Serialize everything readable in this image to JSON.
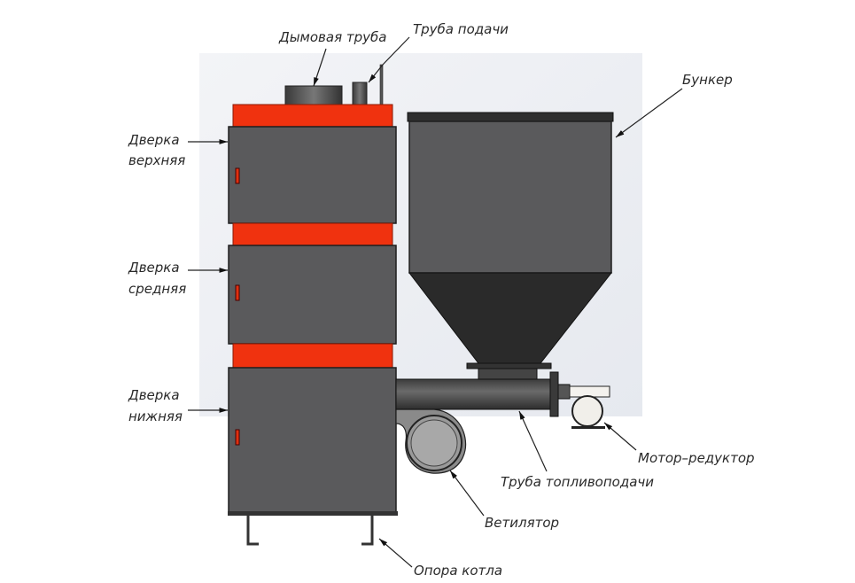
{
  "title": "Схема пеллетного котла",
  "labels": {
    "chimney": "Дымовая труба",
    "feed_pipe": "Труба подачи",
    "bunker": "Бункер",
    "door_upper": [
      "Дверка",
      "верхняя"
    ],
    "door_middle": [
      "Дверка",
      "средняя"
    ],
    "door_lower": [
      "Дверка",
      "нижняя"
    ],
    "motor_reducer": "Мотор–редуктор",
    "fuel_feed_pipe": "Труба топливоподачи",
    "fan": "Ветилятор",
    "boiler_support": "Опора котла"
  },
  "colors": {
    "body": "#5a5a5c",
    "accent": "#f0320f",
    "dark": "#2a2a2a",
    "background": "#eef0f4"
  }
}
